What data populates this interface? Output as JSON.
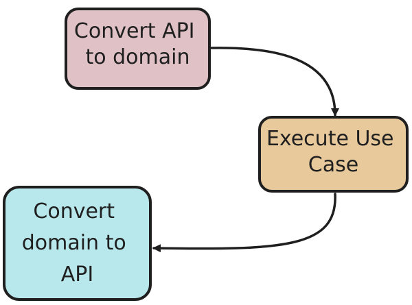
{
  "diagram": {
    "nodes": [
      {
        "id": "convert-api-to-domain",
        "lines": [
          "Convert API",
          "to domain"
        ],
        "fill": "#dfc1c6"
      },
      {
        "id": "execute-use-case",
        "lines": [
          "Execute Use",
          "Case"
        ],
        "fill": "#e8c99b"
      },
      {
        "id": "convert-domain-to-api",
        "lines": [
          "Convert",
          "domain to",
          "API"
        ],
        "fill": "#b8e8ec"
      }
    ],
    "edges": [
      {
        "from": "convert-api-to-domain",
        "to": "execute-use-case"
      },
      {
        "from": "execute-use-case",
        "to": "convert-domain-to-api"
      }
    ],
    "colors": {
      "stroke": "#1f1f1f",
      "background": "#ffffff"
    }
  }
}
